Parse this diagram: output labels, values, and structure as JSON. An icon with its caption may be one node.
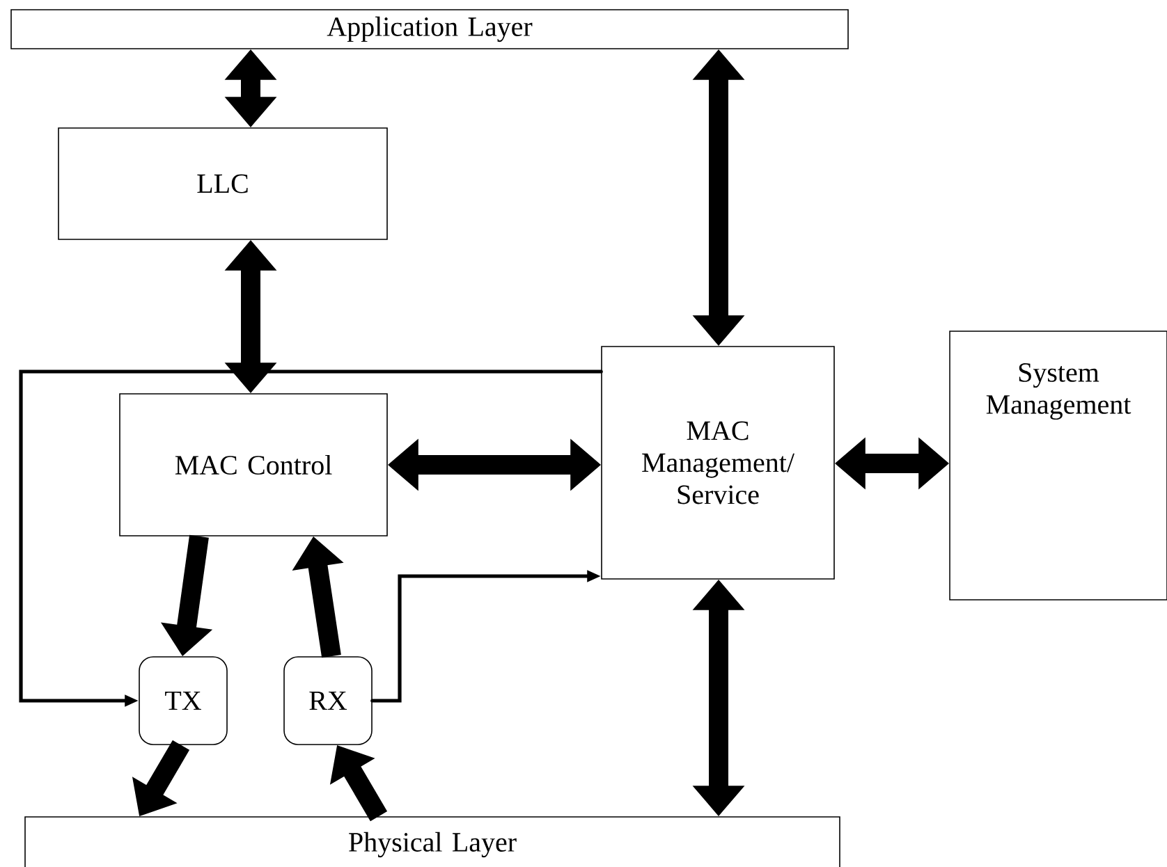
{
  "diagram": {
    "nodes": [
      {
        "text": [
          "Application Layer"
        ]
      },
      {
        "text": [
          "LLC"
        ]
      },
      {
        "text": [
          "MAC Control"
        ]
      },
      {
        "text": [
          "MAC Management/ Service"
        ]
      },
      {
        "text": [
          "System Management"
        ]
      },
      {
        "text": [
          "TX"
        ]
      },
      {
        "text": [
          "RX"
        ]
      },
      {
        "text": [
          "Physical Layer"
        ]
      }
    ],
    "edges": [
      {
        "from": 0,
        "to": 1,
        "arrow": "both"
      },
      {
        "from": 0,
        "to": 3,
        "arrow": "both"
      },
      {
        "from": 1,
        "to": 2,
        "arrow": "both"
      },
      {
        "from": 2,
        "to": 3,
        "arrow": "both"
      },
      {
        "from": 3,
        "to": 4,
        "arrow": "both"
      },
      {
        "from": 3,
        "to": 7,
        "arrow": "both"
      },
      {
        "from": 2,
        "to": 5,
        "arrow": "to"
      },
      {
        "from": 6,
        "to": 2,
        "arrow": "to"
      },
      {
        "from": 5,
        "to": 7,
        "arrow": "to"
      },
      {
        "from": 7,
        "to": 6,
        "arrow": "to"
      },
      {
        "from": 3,
        "to": 5,
        "arrow": "to"
      },
      {
        "from": 6,
        "to": 3,
        "arrow": "to"
      }
    ]
  }
}
